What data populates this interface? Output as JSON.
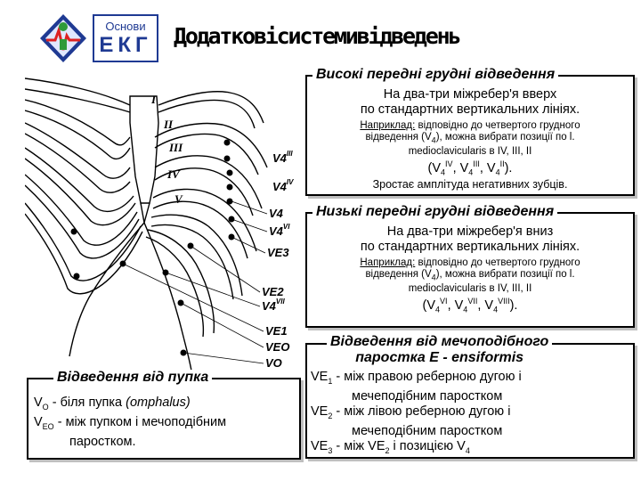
{
  "logo": {
    "top_text": "Основи",
    "bottom_text": "ЕКГ"
  },
  "title": "Додатковісистемивідведень",
  "diagram": {
    "rib_labels": [
      "I",
      "II",
      "III",
      "IV",
      "V"
    ],
    "lead_labels": {
      "v4_3": "V4",
      "v4_3_sup": "III",
      "v4_4": "V4",
      "v4_4_sup": "IV",
      "v4": "V4",
      "v4_6": "V4",
      "v4_6_sup": "VI",
      "ve3": "VE3",
      "ve2": "VE2",
      "v4_7": "V4",
      "v4_7_sup": "VII",
      "ve1": "VE1",
      "veo": "VEO",
      "vo": "VO"
    }
  },
  "high_panel": {
    "heading": "Високі передні грудні відведення",
    "line1": "На два-три міжребер'я вверх",
    "line2": "по стандартних вертикальних лініях.",
    "example_label": "Наприклад:",
    "example_rest": "відповідно до четвертого грудного",
    "example_line2_pre": "відведення (V",
    "example_line2_sub": "4",
    "example_line2_post": "), можна вибрати позиції по l.",
    "example_line3": "medioclavicularis в IV, III, II",
    "formula_open": "(V",
    "f1_sub": "4",
    "f1_sup": "IV",
    "f_sep1": ", V",
    "f2_sub": "4",
    "f2_sup": "III",
    "f_sep2": ", V",
    "f3_sub": "4",
    "f3_sup": "II",
    "formula_close": ").",
    "note": "Зростає амплітуда негативних зубців."
  },
  "low_panel": {
    "heading": "Низькі передні грудні відведення",
    "line1": "На два-три міжребер'я вниз",
    "line2": "по стандартних вертикальних лініях.",
    "example_label": "Наприклад:",
    "example_rest": "відповідно до четвертого грудного",
    "example_line2_pre": "відведення (V",
    "example_line2_sub": "4",
    "example_line2_post": "), можна вибрати позиції по l.",
    "example_line3": "medioclavicularis в IV, III, II",
    "formula_open": "(V",
    "f1_sub": "4",
    "f1_sup": "VI",
    "f_sep1": ", V",
    "f2_sub": "4",
    "f2_sup": "VII",
    "f_sep2": ", V",
    "f3_sub": "4",
    "f3_sup": "VIII",
    "formula_close": ")."
  },
  "xiphoid_panel": {
    "heading_line1": "Відведення від мечоподібного",
    "heading_line2": "паростка Е - ensiformis",
    "ve1_pre": "VE",
    "ve1_sub": "1",
    "ve1_text": " - між правою реберною дугою і",
    "ve1_cont": "мечеподібним паростком",
    "ve2_pre": "VE",
    "ve2_sub": "2",
    "ve2_text": " - між лівою реберною дугою і",
    "ve2_cont": "мечеподібним паростком",
    "ve3_pre": "VE",
    "ve3_sub": "3",
    "ve3_text": " - між VE",
    "ve3_sub2": "2",
    "ve3_text2": " і позицією V",
    "ve3_sub3": "4"
  },
  "navel_panel": {
    "heading": "Відведення від пупка",
    "vo_pre": "V",
    "vo_sub": "O",
    "vo_text": "  -  біля пупка ",
    "vo_italic": "(omphalus)",
    "veo_pre": "V",
    "veo_sub": "EO",
    "veo_text": " - між пупком і мечоподібним",
    "veo_cont": "паростком."
  }
}
